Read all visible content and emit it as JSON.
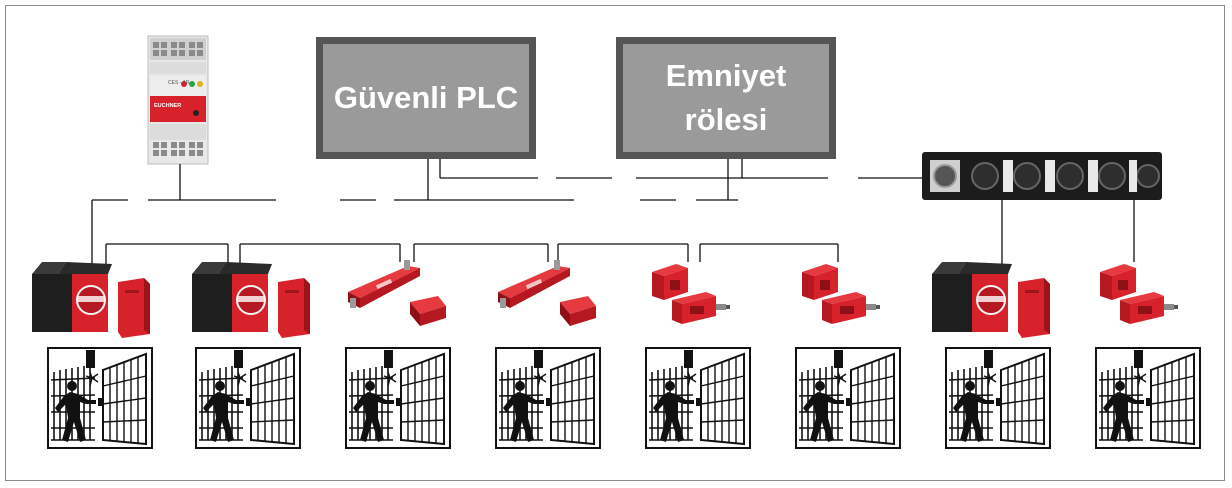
{
  "diagram": {
    "plc_label": "Güvenli PLC",
    "relay_label": "Emniyet\nrölesi",
    "controller_module": {
      "brand": "EUCHNER",
      "model": "CES - AR"
    },
    "io_module": {
      "ports": 6
    },
    "stations": [
      {
        "id": 1,
        "sensor": "cube-sensor"
      },
      {
        "id": 2,
        "sensor": "cube-sensor"
      },
      {
        "id": 3,
        "sensor": "bar-sensor"
      },
      {
        "id": 4,
        "sensor": "bar-sensor"
      },
      {
        "id": 5,
        "sensor": "block-sensor"
      },
      {
        "id": 6,
        "sensor": "block-sensor"
      },
      {
        "id": 7,
        "sensor": "cube-sensor"
      },
      {
        "id": 8,
        "sensor": "block-sensor"
      }
    ],
    "colors": {
      "box_fill": "#9a9a9a",
      "box_border": "#555555",
      "sensor_red": "#d8222b",
      "housing_black": "#1e1e1e",
      "line": "#111111"
    }
  }
}
